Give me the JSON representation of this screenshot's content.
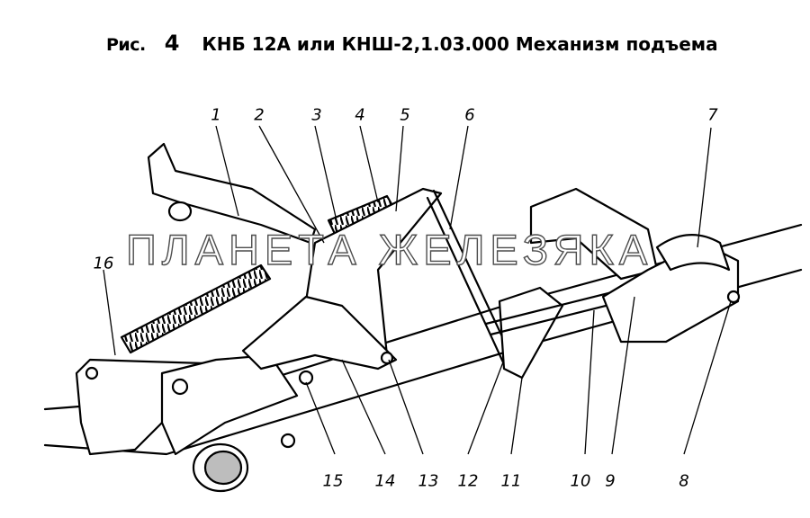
{
  "figure": {
    "prefix": "Рис.",
    "number": "4",
    "caption": "КНБ 12А или КНШ-2,1.03.000 Механизм подъема"
  },
  "watermark": "ПЛАНЕТА ЖЕЛЕЗЯКА",
  "labels": [
    "1",
    "2",
    "3",
    "4",
    "5",
    "6",
    "7",
    "8",
    "9",
    "10",
    "11",
    "12",
    "13",
    "14",
    "15",
    "16"
  ],
  "colors": {
    "ink": "#000000",
    "paper": "#ffffff",
    "shade": "#bdbdbd"
  }
}
